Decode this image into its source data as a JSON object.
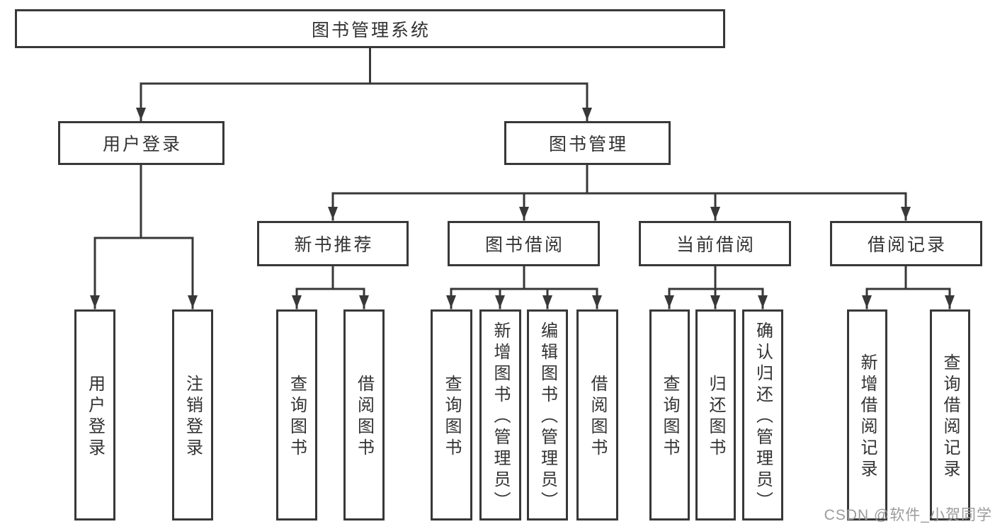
{
  "tree": {
    "label": "图书管理系统",
    "children": [
      {
        "label": "用户登录",
        "children": [
          {
            "label": "用户登录"
          },
          {
            "label": "注销登录"
          }
        ]
      },
      {
        "label": "图书管理",
        "children": [
          {
            "label": "新书推荐",
            "children": [
              {
                "label": "查询图书"
              },
              {
                "label": "借阅图书"
              }
            ]
          },
          {
            "label": "图书借阅",
            "children": [
              {
                "label": "查询图书"
              },
              {
                "label": "新增图书（管理员）"
              },
              {
                "label": "编辑图书（管理员）"
              },
              {
                "label": "借阅图书"
              }
            ]
          },
          {
            "label": "当前借阅",
            "children": [
              {
                "label": "查询图书"
              },
              {
                "label": "归还图书"
              },
              {
                "label": "确认归还（管理员）"
              }
            ]
          },
          {
            "label": "借阅记录",
            "children": [
              {
                "label": "新增借阅记录"
              },
              {
                "label": "查询借阅记录"
              }
            ]
          }
        ]
      }
    ]
  },
  "watermark": {
    "text": "CSDN @软件_小贺同学"
  },
  "colors": {
    "line": "#383838",
    "text": "#333333",
    "watermark": "#9b9b9b",
    "background": "#ffffff"
  }
}
